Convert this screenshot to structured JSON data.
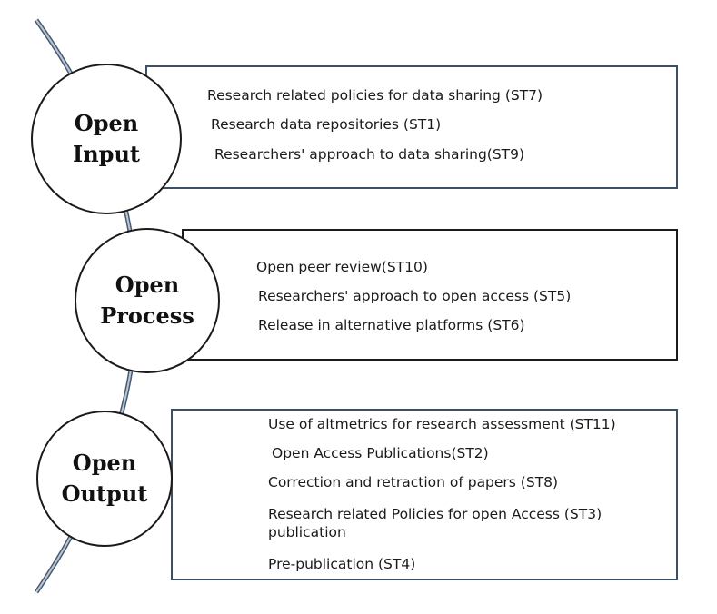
{
  "stages": [
    {
      "label_line1": "Open",
      "label_line2": "Input",
      "items": [
        "Research related policies for data sharing (ST7)",
        "Research data repositories  (ST1)",
        "Researchers' approach to data sharing(ST9)"
      ]
    },
    {
      "label_line1": "Open",
      "label_line2": "Process",
      "items": [
        "Open peer review(ST10)",
        "Researchers' approach to open access (ST5)",
        "Release in alternative platforms (ST6)"
      ]
    },
    {
      "label_line1": "Open",
      "label_line2": "Output",
      "items": [
        "Use of altmetrics for research assessment (ST11)",
        "Open Access Publications(ST2)",
        "Correction and retraction of papers (ST8)",
        "Research related Policies for open Access (ST3) publication",
        "Pre-publication (ST4)"
      ]
    }
  ],
  "colors": {
    "arc_outer": "#4a5a6e",
    "arc_inner": "#b9c8d8",
    "box_border": "#3d4f63",
    "circle_border": "#1a1a1a",
    "text": "#1a1a1a"
  }
}
